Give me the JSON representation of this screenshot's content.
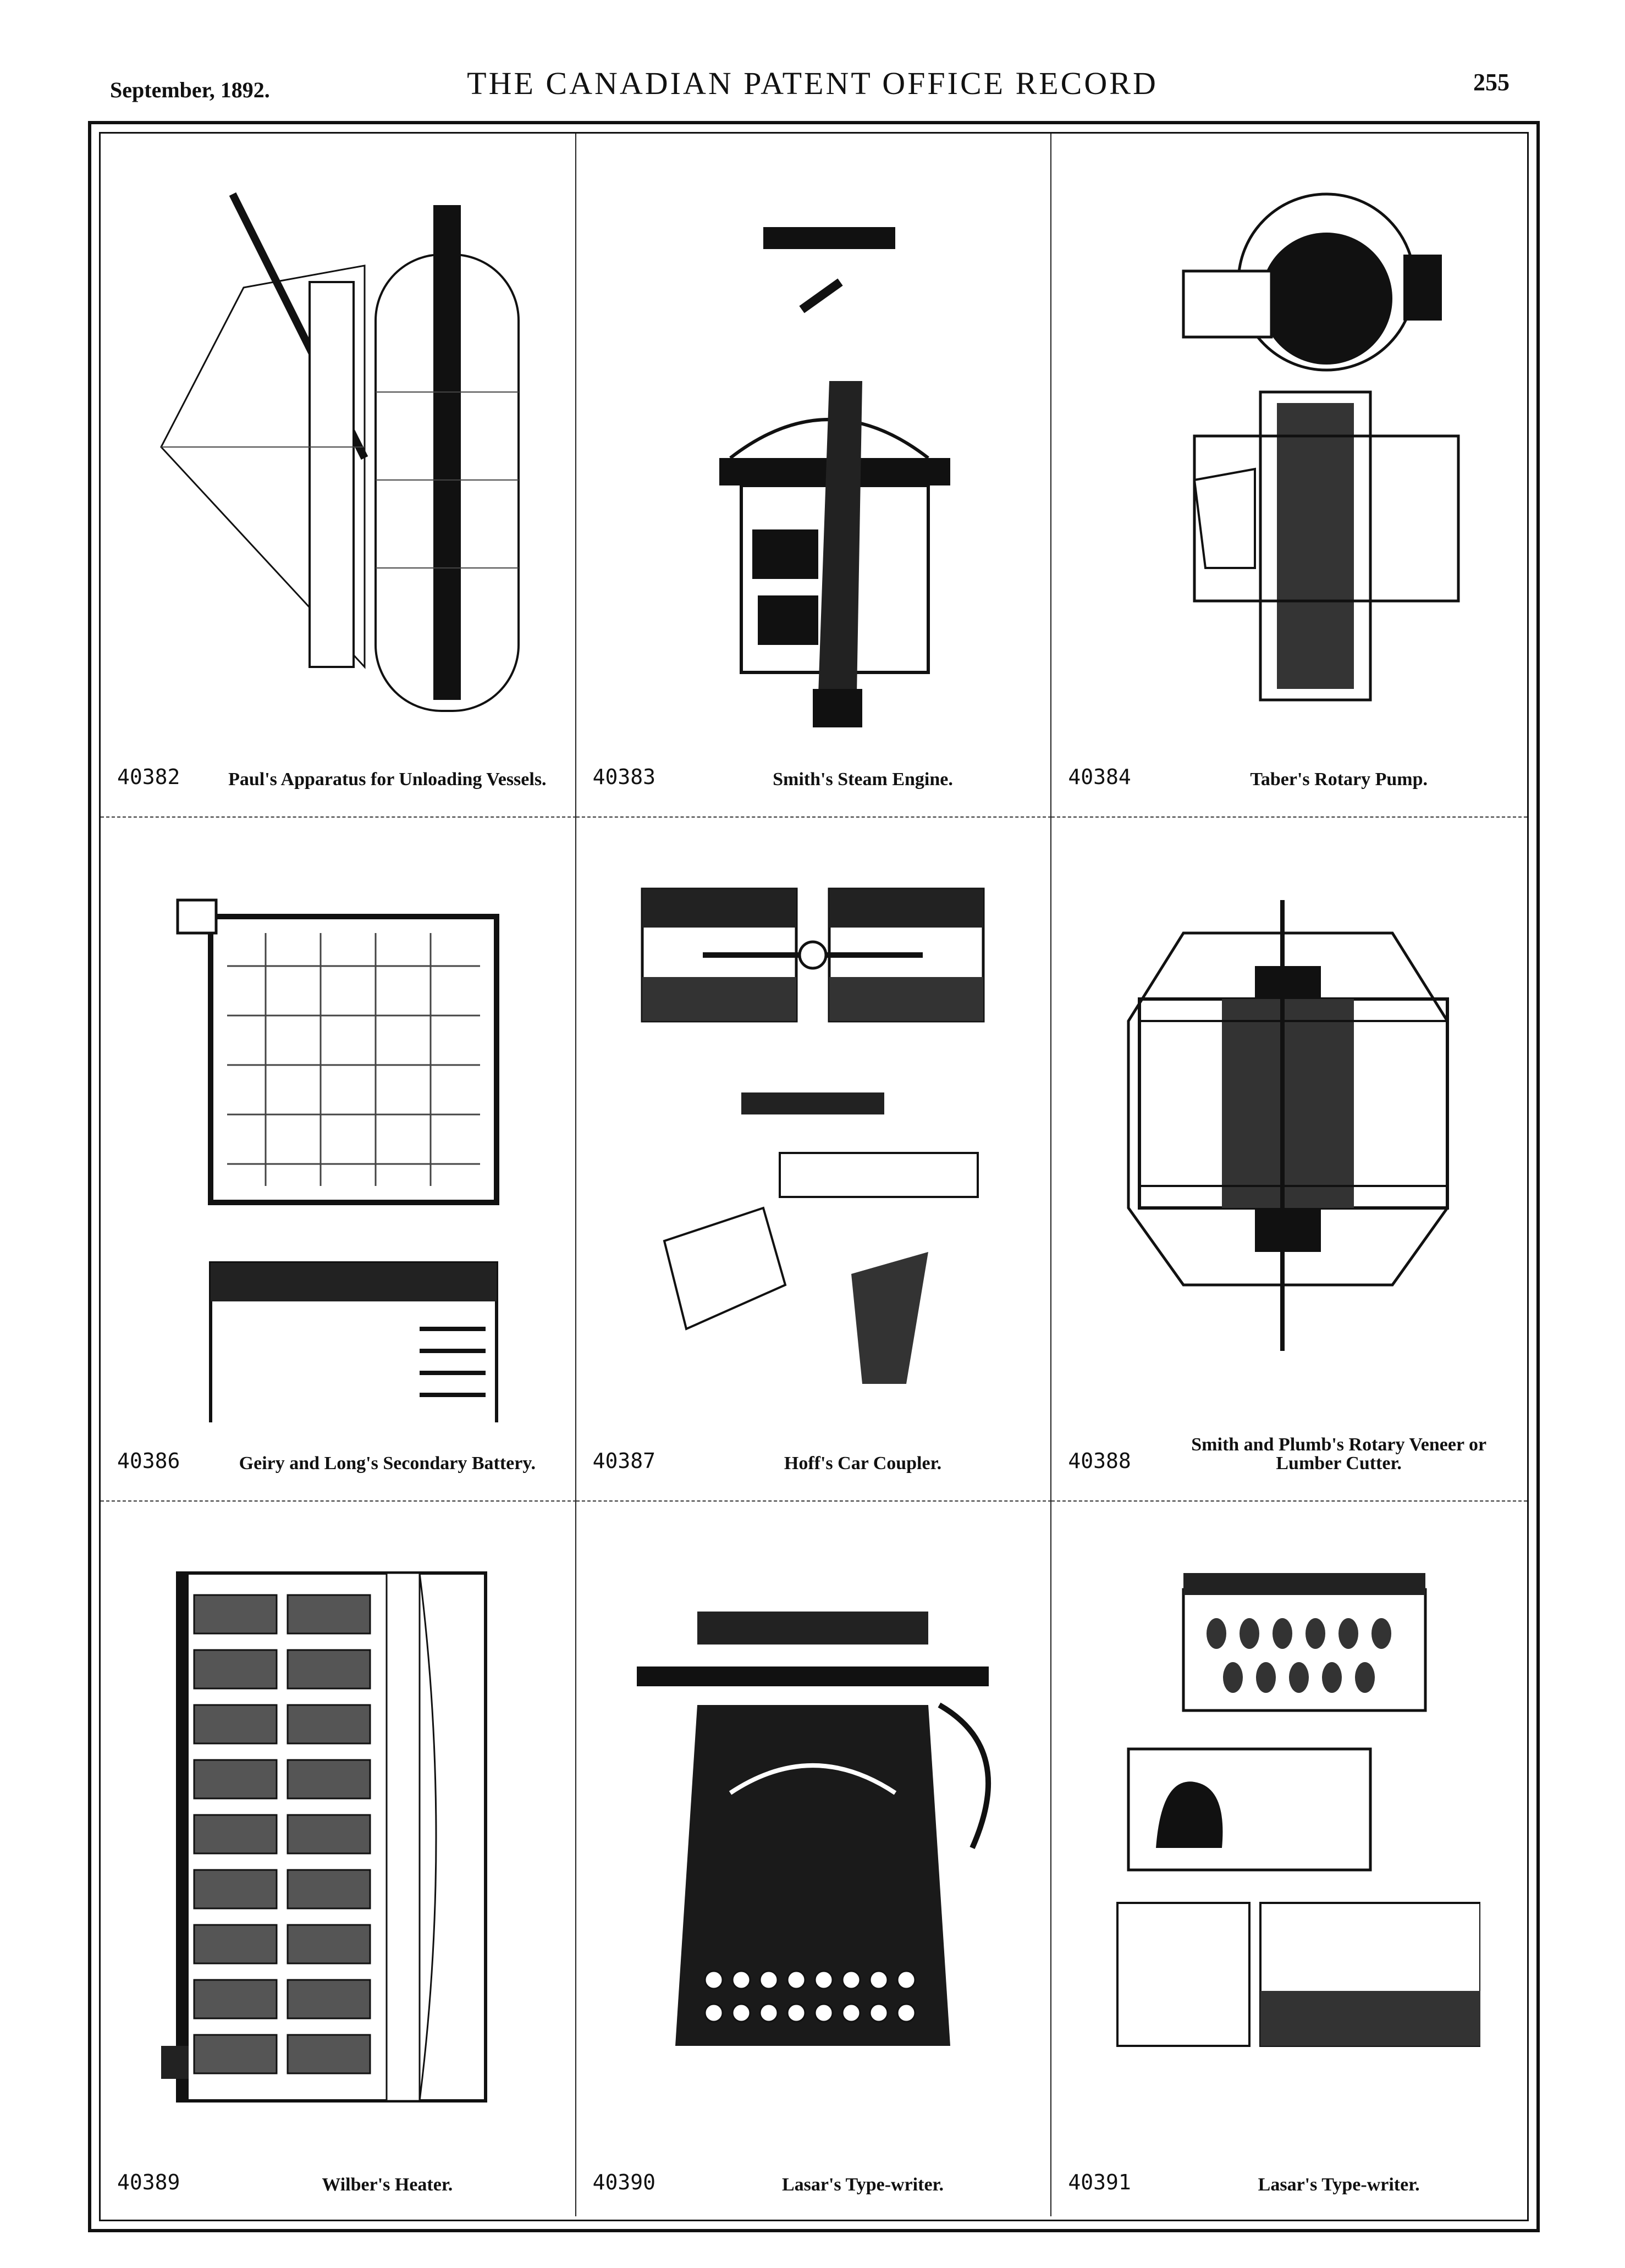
{
  "header": {
    "date": "September, 1892.",
    "title": "THE CANADIAN PATENT OFFICE RECORD",
    "page_number": "255"
  },
  "patents": [
    {
      "number": "40382",
      "title": "Paul's Apparatus for Unloading Vessels."
    },
    {
      "number": "40383",
      "title": "Smith's Steam Engine."
    },
    {
      "number": "40384",
      "title": "Taber's Rotary Pump."
    },
    {
      "number": "40386",
      "title": "Geiry and Long's Secondary Battery."
    },
    {
      "number": "40387",
      "title": "Hoff's Car Coupler."
    },
    {
      "number": "40388",
      "title": "Smith and Plumb's Rotary Veneer or Lumber Cutter."
    },
    {
      "number": "40389",
      "title": "Wilber's Heater."
    },
    {
      "number": "40390",
      "title": "Lasar's Type-writer."
    },
    {
      "number": "40391",
      "title": "Lasar's Type-writer."
    }
  ]
}
